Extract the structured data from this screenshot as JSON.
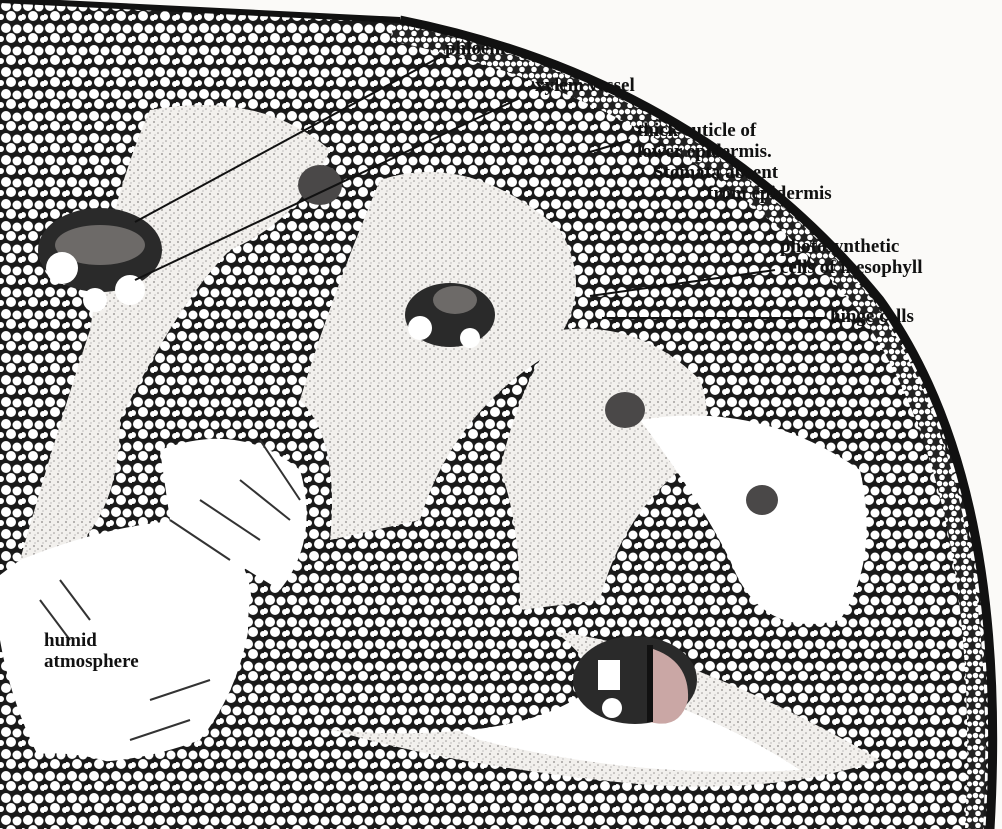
{
  "labels": {
    "phloem": "phloem",
    "xylem": "xylem vessel",
    "cuticle": [
      "thick cuticle of",
      "lower epidermis.",
      "Stomata absent",
      "from epidermis"
    ],
    "photosynthetic": [
      "photosynthetic",
      "cells of mesophyll"
    ],
    "hinge": "hinge cells",
    "humid": [
      "humid",
      "atmosphere"
    ]
  },
  "colors": {
    "ink": "#111111",
    "tissue_light": "#f4f2ef",
    "tissue_mid": "#d9d6d2",
    "bundle_fill": "#caa7a5",
    "background": "#fbfaf8"
  }
}
